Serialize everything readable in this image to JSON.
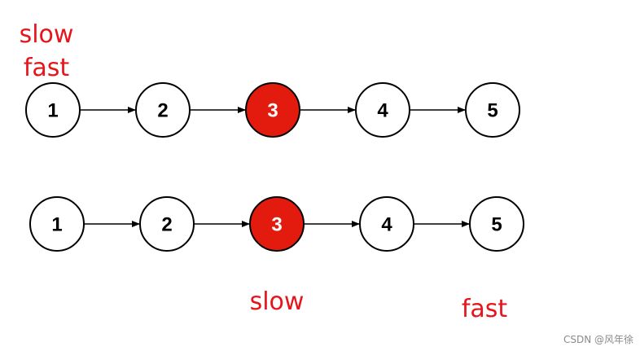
{
  "colors": {
    "pointer_label": "#e8141b",
    "highlight_fill": "#e31b0f",
    "node_fill": "#ffffff",
    "node_stroke": "#000000",
    "node_text": "#000000",
    "highlight_text": "#ffffff",
    "edge": "#000000",
    "watermark": "#8a8a8a"
  },
  "rows": [
    {
      "nodes": [
        {
          "value": "1",
          "highlighted": false
        },
        {
          "value": "2",
          "highlighted": false
        },
        {
          "value": "3",
          "highlighted": true
        },
        {
          "value": "4",
          "highlighted": false
        },
        {
          "value": "5",
          "highlighted": false
        }
      ],
      "pointers": [
        {
          "label": "slow",
          "node_index": 0,
          "stack": 0
        },
        {
          "label": "fast",
          "node_index": 0,
          "stack": 1
        }
      ]
    },
    {
      "nodes": [
        {
          "value": "1",
          "highlighted": false
        },
        {
          "value": "2",
          "highlighted": false
        },
        {
          "value": "3",
          "highlighted": true
        },
        {
          "value": "4",
          "highlighted": false
        },
        {
          "value": "5",
          "highlighted": false
        }
      ],
      "pointers": [
        {
          "label": "slow",
          "node_index": 2,
          "stack": 0
        },
        {
          "label": "fast",
          "node_index": 4,
          "stack": 0
        }
      ]
    }
  ],
  "watermark": "CSDN @风年徐"
}
